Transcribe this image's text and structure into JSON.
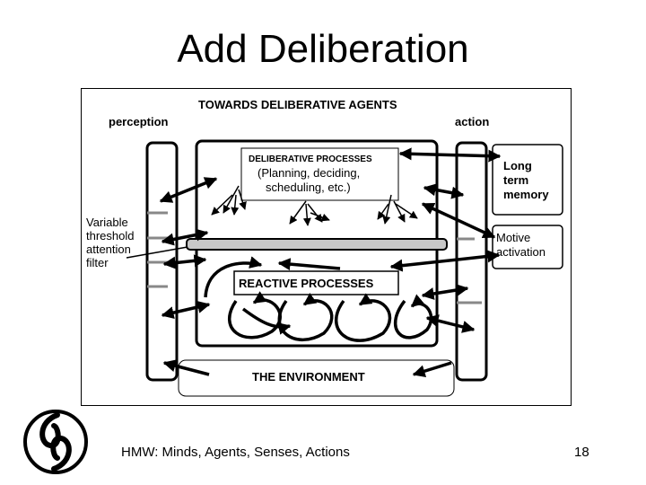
{
  "slide": {
    "title": "Add Deliberation",
    "footer": "HMW: Minds, Agents, Senses, Actions",
    "page_number": "18"
  },
  "diagram": {
    "heading": "TOWARDS DELIBERATIVE AGENTS",
    "perception_label": "perception",
    "action_label": "action",
    "deliberative": {
      "title": "DELIBERATIVE PROCESSES",
      "line1": "(Planning, deciding,",
      "line2": "scheduling, etc.)"
    },
    "filter_label": [
      "Variable",
      "threshold",
      "attention",
      "filter"
    ],
    "reactive_label": "REACTIVE PROCESSES",
    "environment_label": "THE ENVIRONMENT",
    "long_term_memory": [
      "Long",
      "term",
      "memory"
    ],
    "motive_activation": [
      "Motive",
      "activation"
    ]
  },
  "colors": {
    "filter_bar": "#c8c8c8",
    "tick_marks": "#888888"
  }
}
